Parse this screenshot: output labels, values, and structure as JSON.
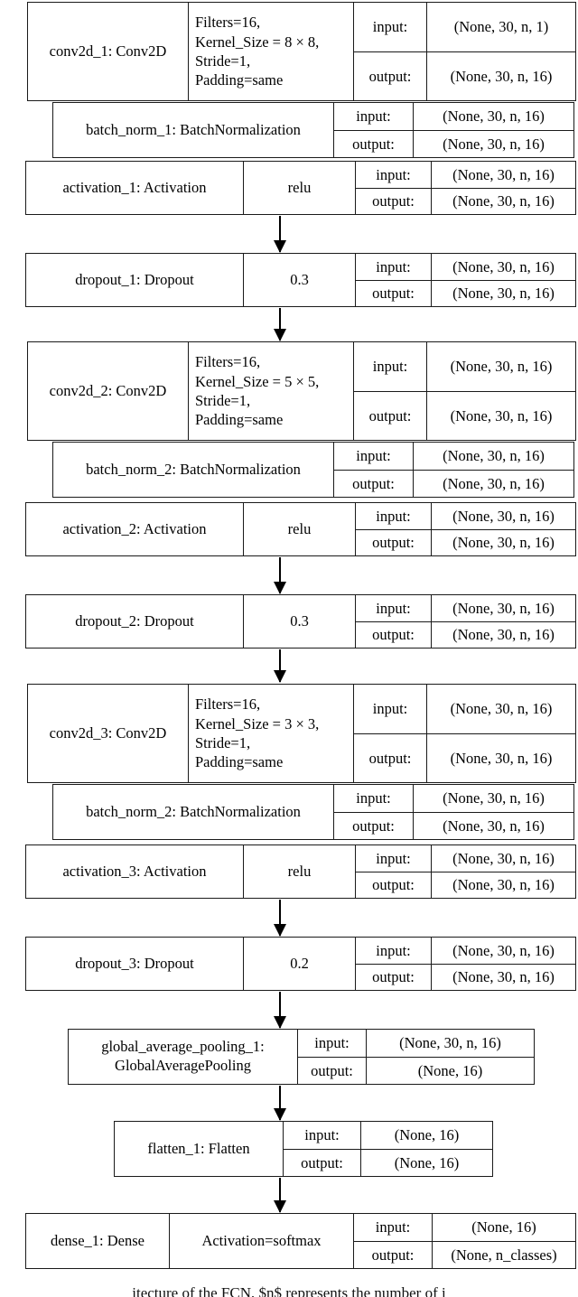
{
  "figure": {
    "type": "neural-network-architecture-diagram",
    "framework_style": "keras-plot-model",
    "caption_partial": "itecture of the FCN, $n$ represents the number of i"
  },
  "io_labels": {
    "input": "input:",
    "output": "output:"
  },
  "layers": [
    {
      "id": "conv2d_1",
      "name": "conv2d_1: Conv2D",
      "params": [
        "Filters=16,",
        "Kernel_Size = 8 × 8,",
        "Stride=1,",
        "Padding=same"
      ],
      "input_shape": "(None, 30, n, 1)",
      "output_shape": "(None, 30, n, 16)"
    },
    {
      "id": "batch_norm_1",
      "name": "batch_norm_1: BatchNormalization",
      "input_shape": "(None, 30, n, 16)",
      "output_shape": "(None, 30, n, 16)"
    },
    {
      "id": "activation_1",
      "name": "activation_1: Activation",
      "param": "relu",
      "input_shape": "(None, 30, n, 16)",
      "output_shape": "(None, 30, n, 16)"
    },
    {
      "id": "dropout_1",
      "name": "dropout_1: Dropout",
      "param": "0.3",
      "input_shape": "(None, 30, n, 16)",
      "output_shape": "(None, 30, n, 16)"
    },
    {
      "id": "conv2d_2",
      "name": "conv2d_2: Conv2D",
      "params": [
        "Filters=16,",
        "Kernel_Size = 5 × 5,",
        "Stride=1,",
        "Padding=same"
      ],
      "input_shape": "(None, 30, n, 16)",
      "output_shape": "(None, 30, n, 16)"
    },
    {
      "id": "batch_norm_2",
      "name": "batch_norm_2: BatchNormalization",
      "input_shape": "(None, 30, n, 16)",
      "output_shape": "(None, 30, n, 16)"
    },
    {
      "id": "activation_2",
      "name": "activation_2: Activation",
      "param": "relu",
      "input_shape": "(None, 30, n, 16)",
      "output_shape": "(None, 30, n, 16)"
    },
    {
      "id": "dropout_2",
      "name": "dropout_2: Dropout",
      "param": "0.3",
      "input_shape": "(None, 30, n, 16)",
      "output_shape": "(None, 30, n, 16)"
    },
    {
      "id": "conv2d_3",
      "name": "conv2d_3: Conv2D",
      "params": [
        "Filters=16,",
        "Kernel_Size = 3 × 3,",
        "Stride=1,",
        "Padding=same"
      ],
      "input_shape": "(None, 30, n, 16)",
      "output_shape": "(None, 30, n, 16)"
    },
    {
      "id": "batch_norm_3",
      "name": "batch_norm_2: BatchNormalization",
      "input_shape": "(None, 30, n, 16)",
      "output_shape": "(None, 30, n, 16)"
    },
    {
      "id": "activation_3",
      "name": "activation_3: Activation",
      "param": "relu",
      "input_shape": "(None, 30, n, 16)",
      "output_shape": "(None, 30, n, 16)"
    },
    {
      "id": "dropout_3",
      "name": "dropout_3: Dropout",
      "param": "0.2",
      "input_shape": "(None, 30, n, 16)",
      "output_shape": "(None, 30, n, 16)"
    },
    {
      "id": "global_average_pooling_1",
      "name_line1": "global_average_pooling_1:",
      "name_line2": "GlobalAveragePooling",
      "input_shape": "(None, 30, n, 16)",
      "output_shape": "(None, 16)"
    },
    {
      "id": "flatten_1",
      "name": "flatten_1: Flatten",
      "input_shape": "(None, 16)",
      "output_shape": "(None, 16)"
    },
    {
      "id": "dense_1",
      "name": "dense_1: Dense",
      "param": "Activation=softmax",
      "input_shape": "(None, 16)",
      "output_shape": "(None, n_classes)"
    }
  ]
}
